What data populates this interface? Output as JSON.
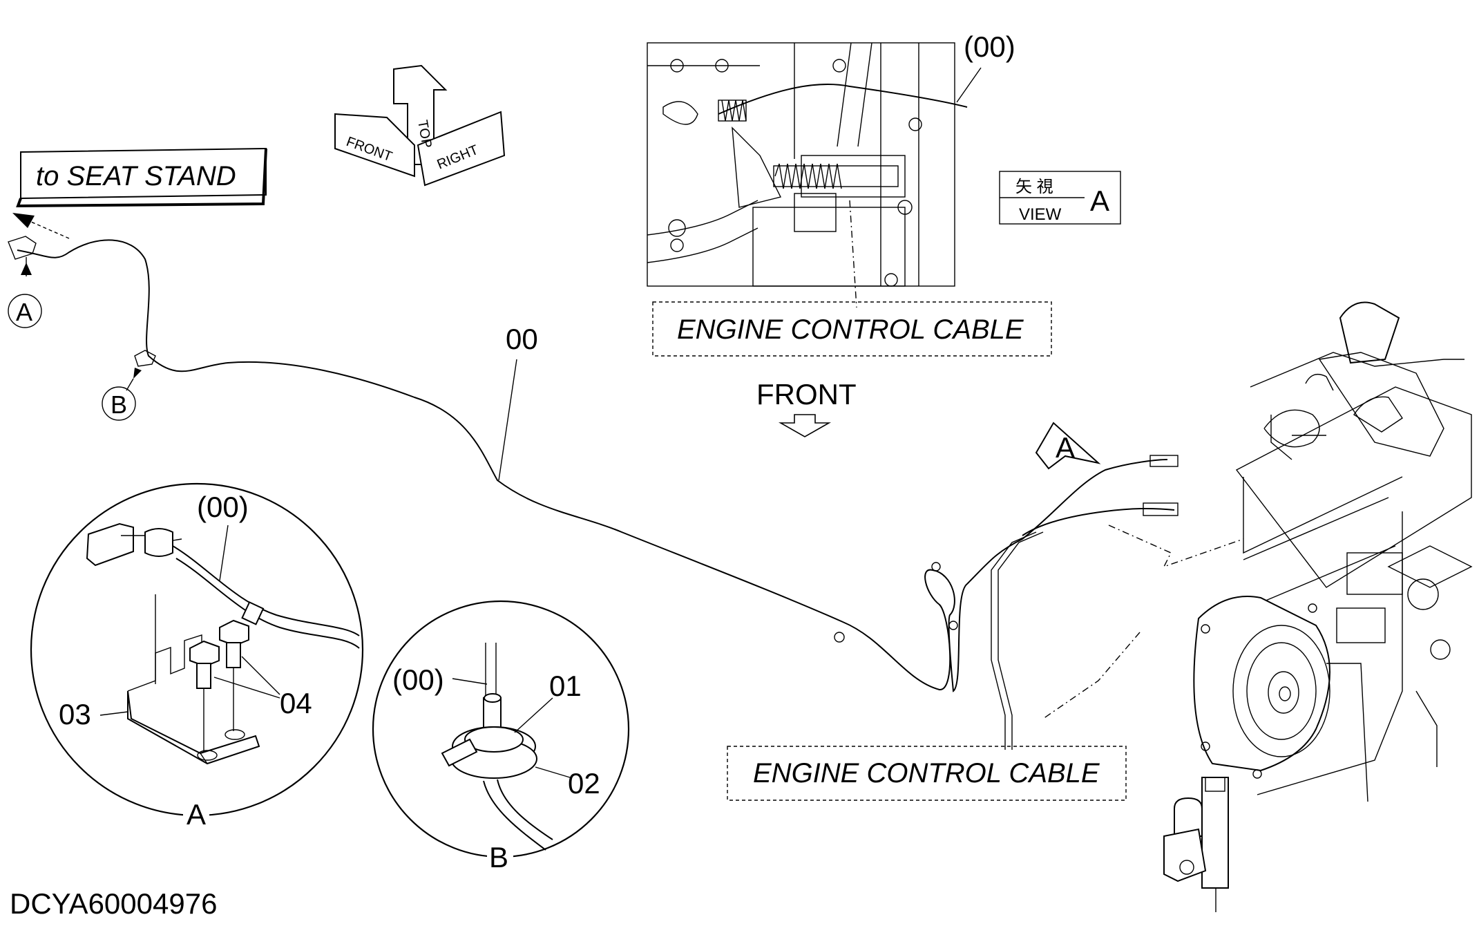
{
  "seat_stand_label": "to SEAT STAND",
  "orientation": {
    "top": "TOP",
    "front": "FRONT",
    "right": "RIGHT"
  },
  "engine_cable_label": "ENGINE CONTROL CABLE",
  "front_label": "FRONT",
  "view_box": {
    "kanji": "矢 視",
    "view": "VIEW",
    "letter": "A"
  },
  "callouts": {
    "cable_main": "00",
    "cable_ref": "(00)",
    "part_01": "01",
    "part_02": "02",
    "part_03": "03",
    "part_04": "04",
    "point_a": "A",
    "point_b": "B"
  },
  "drawing_id": "DCYA60004976"
}
